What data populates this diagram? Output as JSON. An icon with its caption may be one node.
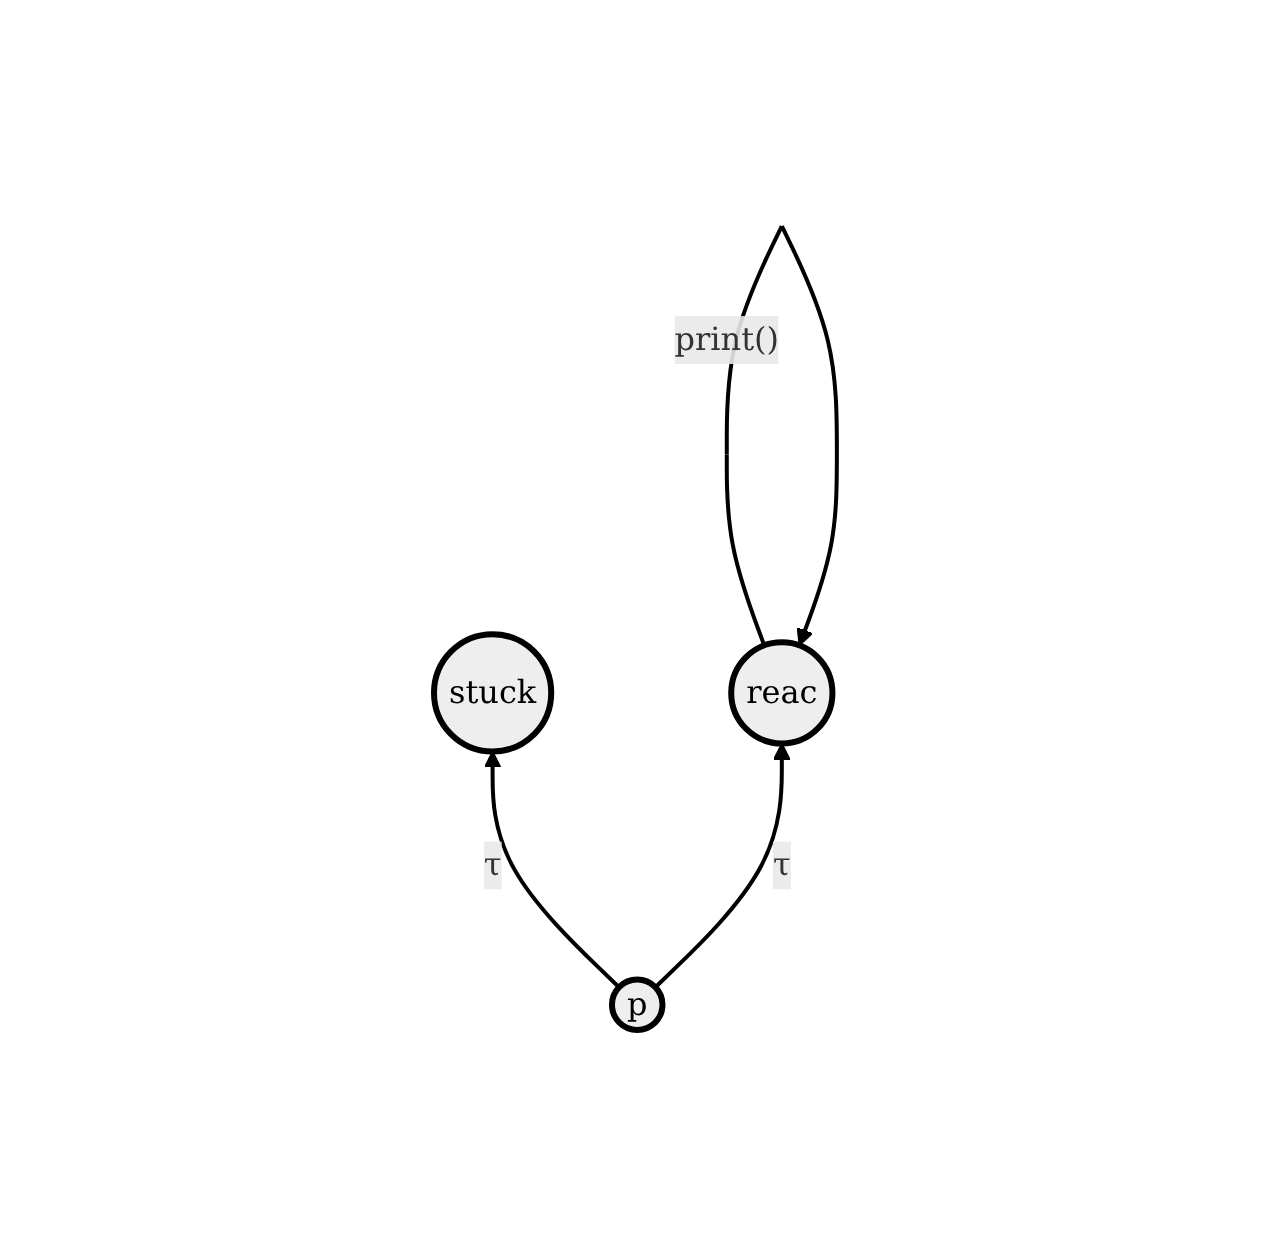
{
  "diagram": {
    "nodes": [
      {
        "text": [
          "stuck"
        ]
      },
      {
        "text": [
          "p"
        ]
      },
      {
        "text": [
          "reac"
        ]
      }
    ],
    "edges": [
      {
        "from": 1,
        "to": 0,
        "arrow": "to",
        "label": "τ"
      },
      {
        "from": 1,
        "to": 2,
        "arrow": "to",
        "label": "τ"
      },
      {
        "from": 2,
        "to": 2,
        "arrow": "to",
        "label": "print()"
      }
    ]
  }
}
